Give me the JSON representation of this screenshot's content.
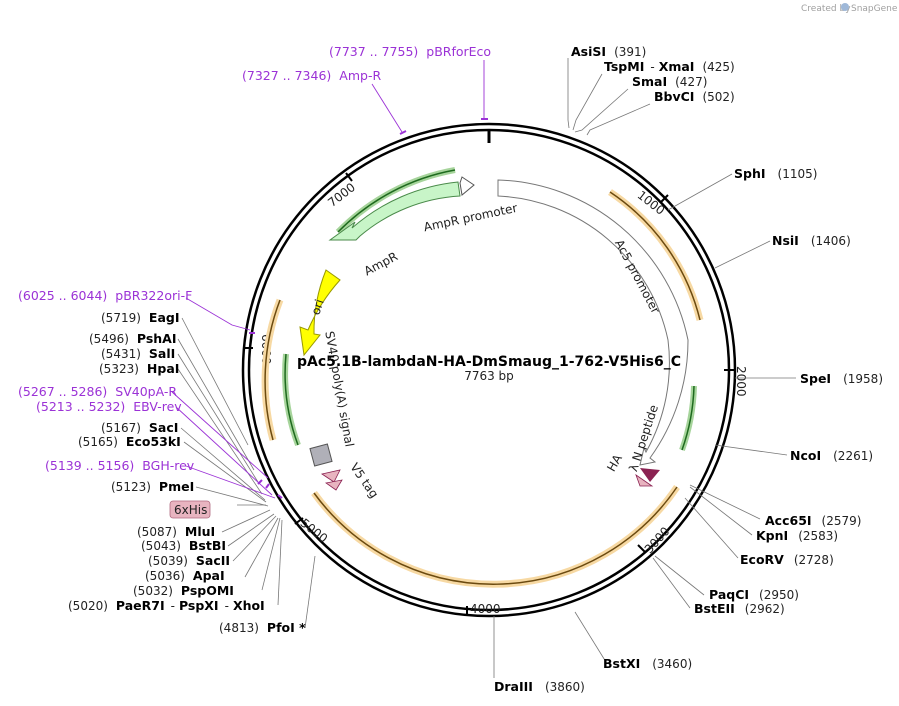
{
  "credit": {
    "created_by": "Created by",
    "brand": "SnapGene"
  },
  "plasmid": {
    "name": "pAc5.1B-lambdaN-HA-DmSmaug_1-762-V5His6_C",
    "length": "7763 bp"
  },
  "ticks": [
    "1000",
    "2000",
    "3000",
    "4000",
    "5000",
    "6000",
    "7000"
  ],
  "sites": [
    {
      "name": "AsiSI",
      "pos": "(391)"
    },
    {
      "name": "TspMI",
      "pos": "(425)"
    },
    {
      "name": "XmaI",
      "pos": ""
    },
    {
      "name": "SmaI",
      "pos": "(427)"
    },
    {
      "name": "BbvCI",
      "pos": "(502)"
    },
    {
      "name": "SphI",
      "pos": "(1105)"
    },
    {
      "name": "NsiI",
      "pos": "(1406)"
    },
    {
      "name": "SpeI",
      "pos": "(1958)"
    },
    {
      "name": "NcoI",
      "pos": "(2261)"
    },
    {
      "name": "Acc65I",
      "pos": "(2579)"
    },
    {
      "name": "KpnI",
      "pos": "(2583)"
    },
    {
      "name": "EcoRV",
      "pos": "(2728)"
    },
    {
      "name": "PaqCI",
      "pos": "(2950)"
    },
    {
      "name": "BstEII",
      "pos": "(2962)"
    },
    {
      "name": "BstXI",
      "pos": "(3460)"
    },
    {
      "name": "DraIII",
      "pos": "(3860)"
    },
    {
      "name": "PfoI *",
      "pos": "(4813)"
    },
    {
      "name": "PaeR7I",
      "pos": "(5020)"
    },
    {
      "name": "PspXI",
      "pos": ""
    },
    {
      "name": "XhoI",
      "pos": ""
    },
    {
      "name": "PspOMI",
      "pos": "(5032)"
    },
    {
      "name": "ApaI",
      "pos": "(5036)"
    },
    {
      "name": "SacII",
      "pos": "(5039)"
    },
    {
      "name": "BstBI",
      "pos": "(5043)"
    },
    {
      "name": "MluI",
      "pos": "(5087)"
    },
    {
      "name": "PmeI",
      "pos": "(5123)"
    },
    {
      "name": "Eco53kI",
      "pos": "(5165)"
    },
    {
      "name": "SacI",
      "pos": "(5167)"
    },
    {
      "name": "HpaI",
      "pos": "(5323)"
    },
    {
      "name": "SalI",
      "pos": "(5431)"
    },
    {
      "name": "PshAI",
      "pos": "(5496)"
    },
    {
      "name": "EagI",
      "pos": "(5719)"
    }
  ],
  "primers": [
    {
      "range": "(7737 .. 7755)",
      "name": "pBRforEco"
    },
    {
      "range": "(7327 .. 7346)",
      "name": "Amp-R"
    },
    {
      "range": "(6025 .. 6044)",
      "name": "pBR322ori-F"
    },
    {
      "range": "(5267 .. 5286)",
      "name": "SV40pA-R"
    },
    {
      "range": "(5213 .. 5232)",
      "name": "EBV-rev"
    },
    {
      "range": "(5139 .. 5156)",
      "name": "BGH-rev"
    }
  ],
  "tag_box": "6xHis",
  "features": {
    "ampr_promoter": "AmpR promoter",
    "ampr": "AmpR",
    "ori": "ori",
    "ac5_promoter": "Ac5 promoter",
    "sv40": "SV40 poly(A) signal",
    "v5": "V5 tag",
    "ha": "HA",
    "lambdan": "λ N peptide"
  },
  "colors": {
    "ampr": "#c8f5c8",
    "ori": "#ffff00",
    "orf": "#f4b04a",
    "primer": "#9b32d6",
    "lambdan": "#8b2252",
    "box": "#e8b4c0"
  }
}
